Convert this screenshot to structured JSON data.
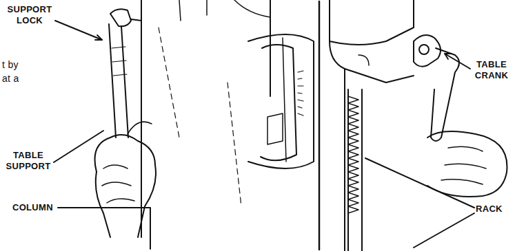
{
  "diagram": {
    "labels": [
      "SUPPORT LOCK",
      "t by",
      "at a",
      "TABLE SUPPORT",
      "COLUMN",
      "TABLE CRANK",
      "RACK"
    ]
  }
}
